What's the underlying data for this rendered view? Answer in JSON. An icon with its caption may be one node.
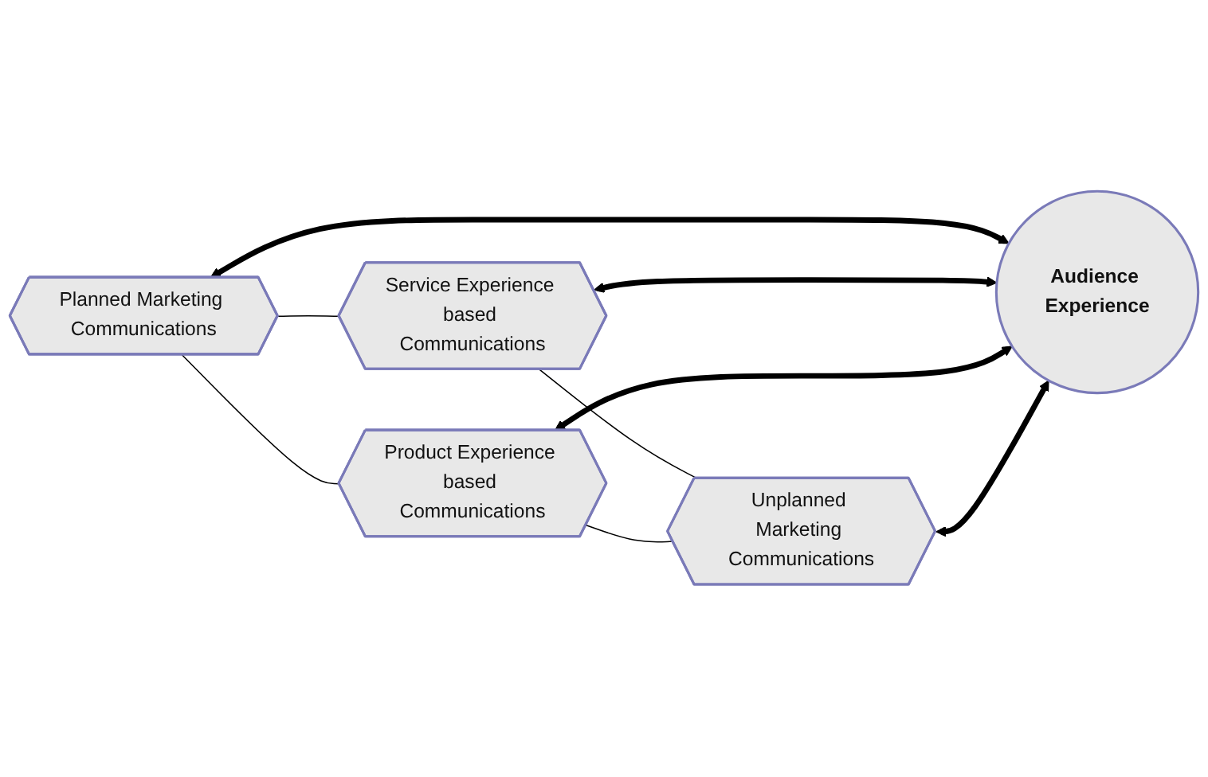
{
  "diagram": {
    "nodes": [
      {
        "text": [
          "Planned Marketing Communications"
        ]
      },
      {
        "text": [
          "Service Experience based Communications"
        ]
      },
      {
        "text": [
          "Audience Experience"
        ]
      },
      {
        "text": [
          "Product Experience based Communications"
        ]
      },
      {
        "text": [
          "Unplanned Marketing Communications"
        ]
      }
    ],
    "edges": [
      {
        "from": 0,
        "to": 1,
        "arrow": "none"
      },
      {
        "from": 0,
        "to": 3,
        "arrow": "none"
      },
      {
        "from": 1,
        "to": 4,
        "arrow": "none"
      },
      {
        "from": 3,
        "to": 4,
        "arrow": "none"
      },
      {
        "from": 0,
        "to": 2,
        "arrow": "both",
        "style": "thick"
      },
      {
        "from": 1,
        "to": 2,
        "arrow": "both",
        "style": "thick"
      },
      {
        "from": 3,
        "to": 2,
        "arrow": "both",
        "style": "thick"
      },
      {
        "from": 4,
        "to": 2,
        "arrow": "both",
        "style": "thick"
      }
    ]
  }
}
